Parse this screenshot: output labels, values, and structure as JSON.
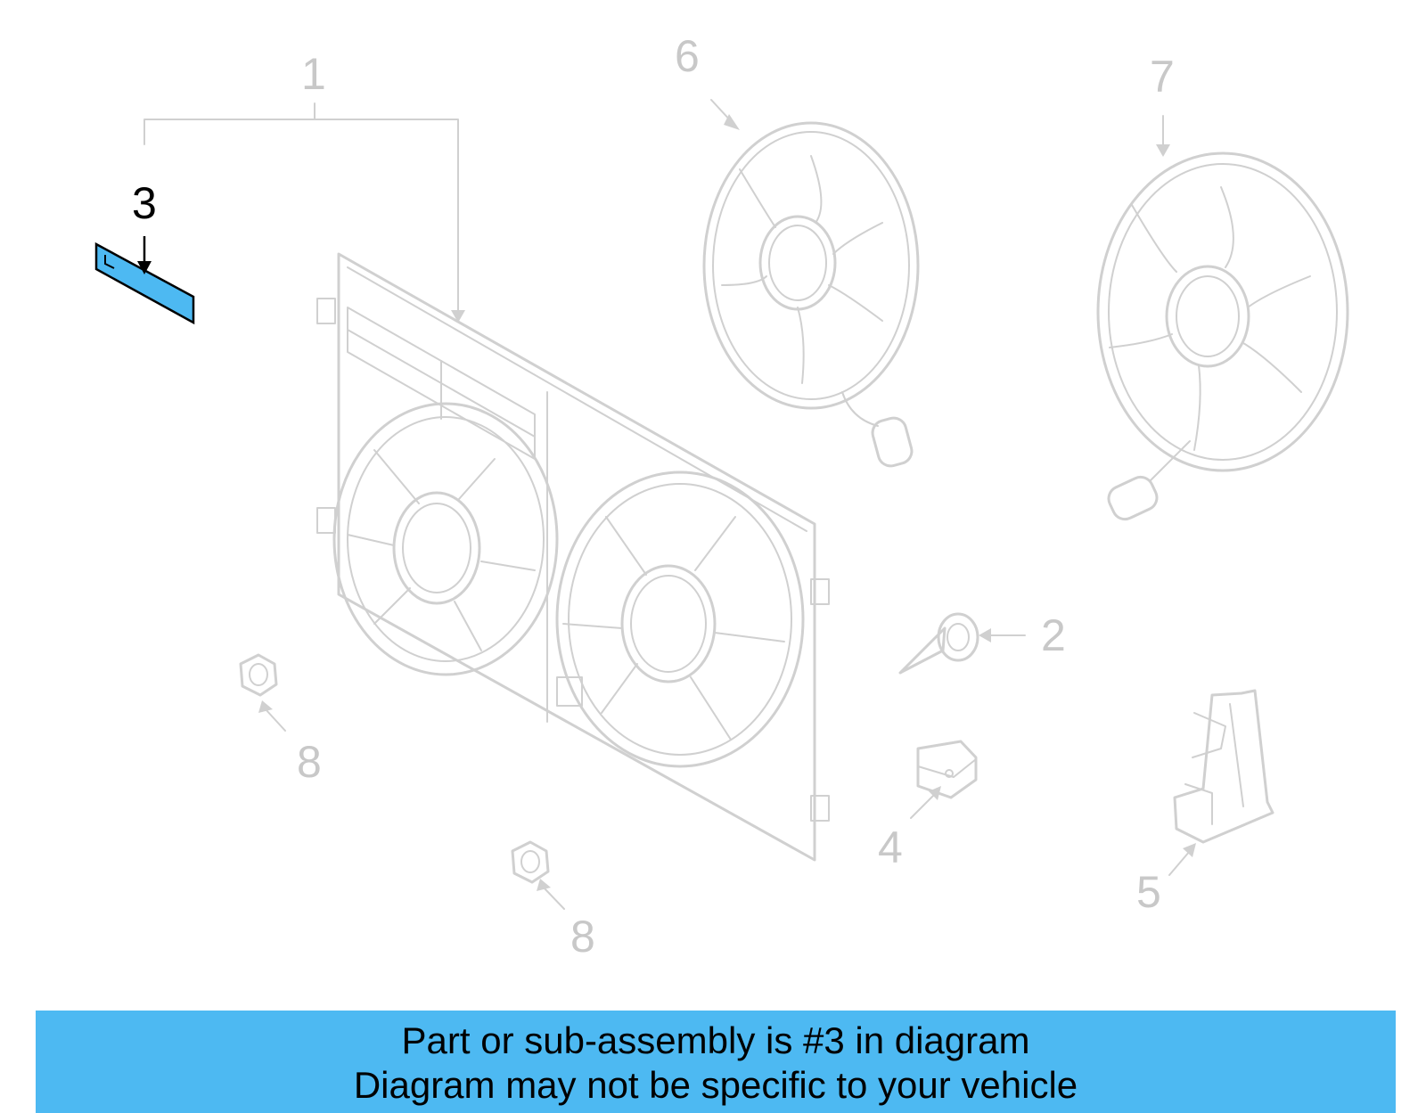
{
  "callouts": {
    "c1": "1",
    "c2": "2",
    "c3": "3",
    "c4": "4",
    "c5": "5",
    "c6": "6",
    "c7": "7",
    "c8a": "8",
    "c8b": "8"
  },
  "highlight_callout": "3",
  "colors": {
    "highlight_fill": "#4db9f2",
    "part_stroke": "#d0d0d0",
    "label_gray": "#c8c8c8",
    "banner_bg": "#4db9f2"
  },
  "banner": {
    "line1": "Part or sub-assembly is #3 in diagram",
    "line2": "Diagram may not be specific to your vehicle"
  }
}
